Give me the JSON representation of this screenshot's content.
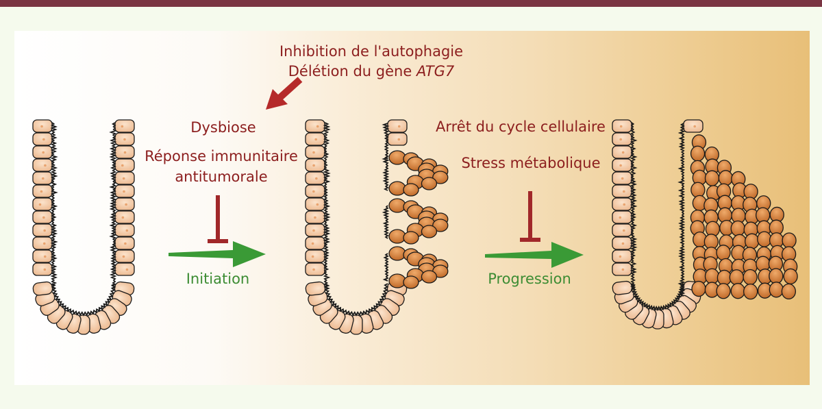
{
  "inhibition": {
    "line1": "Inhibition de l'autophagie",
    "line2_prefix": "Délétion du gène ",
    "line2_gene": "ATG7"
  },
  "left_factors": {
    "dysbiose": "Dysbiose",
    "immune_line1": "Réponse immunitaire",
    "immune_line2": "antitumorale"
  },
  "right_factors": {
    "arret": "Arrêt du cycle cellulaire",
    "stress": "Stress métabolique"
  },
  "transitions": {
    "initiation": "Initiation",
    "progression": "Progression"
  },
  "colors": {
    "text_red": "#8c1e1e",
    "inhibitor_red": "#a1282a",
    "arrow_green": "#3a9a36",
    "text_green": "#3c8c33",
    "cell_light": "#f6cba6",
    "cell_tumor": "#d9803f",
    "outline": "#1a1a1a",
    "top_bar": "#7a3442"
  }
}
